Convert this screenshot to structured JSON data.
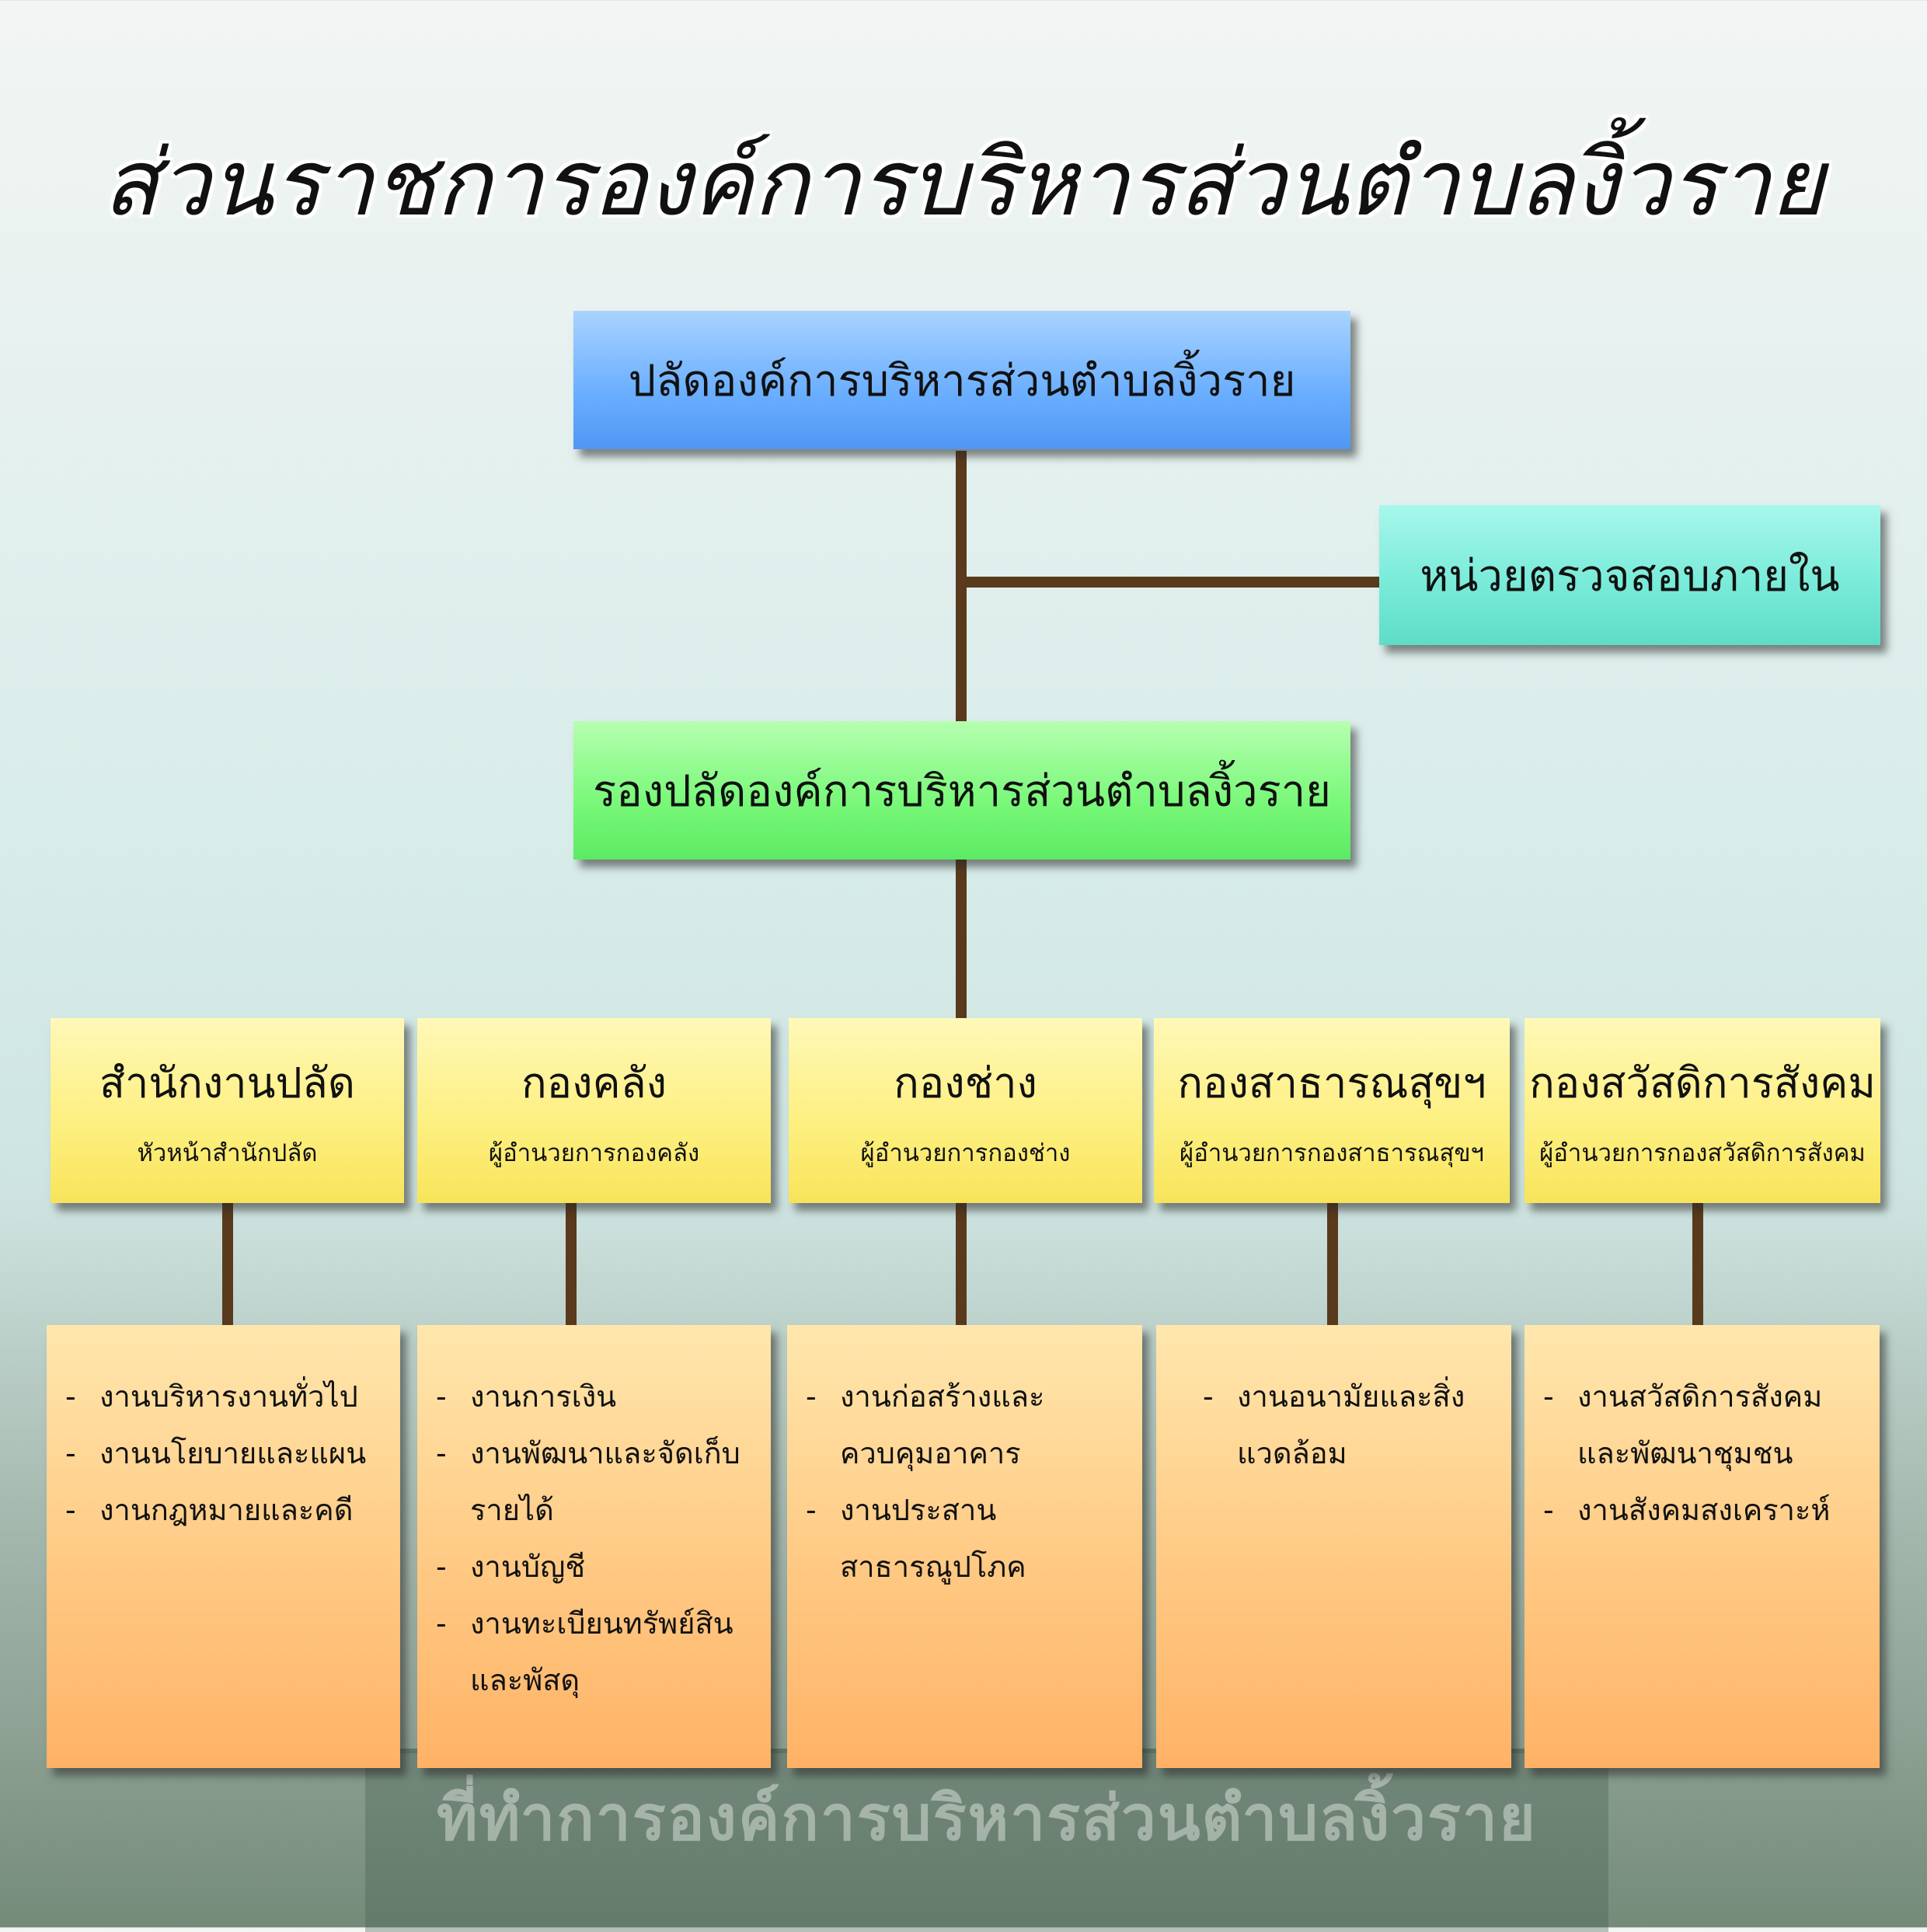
{
  "title": "ส่วนราชการองค์การบริหารส่วนตำบลงิ้วราย",
  "top": {
    "label": "ปลัดองค์การบริหารส่วนตำบลงิ้วราย"
  },
  "audit": {
    "label": "หน่วยตรวจสอบภายใน"
  },
  "deputy": {
    "label": "รองปลัดองค์การบริหารส่วนตำบลงิ้วราย"
  },
  "departments": [
    {
      "name": "สำนักงานปลัด",
      "head": "หัวหน้าสำนักปลัด",
      "tasks": [
        "งานบริหารงานทั่วไป",
        "งานนโยบายและแผน",
        "งานกฎหมายและคดี"
      ]
    },
    {
      "name": "กองคลัง",
      "head": "ผู้อำนวยการกองคลัง",
      "tasks": [
        "งานการเงิน",
        "งานพัฒนาและจัดเก็บรายได้",
        "งานบัญชี",
        "งานทะเบียนทรัพย์สินและพัสดุ"
      ]
    },
    {
      "name": "กองช่าง",
      "head": "ผู้อำนวยการกองช่าง",
      "tasks": [
        "งานก่อสร้างและควบคุมอาคาร",
        "งานประสานสาธารณูปโภค"
      ]
    },
    {
      "name": "กองสาธารณสุขฯ",
      "head": "ผู้อำนวยการกองสาธารณสุขฯ",
      "tasks": [
        "งานอนามัยและสิ่งแวดล้อม"
      ]
    },
    {
      "name": "กองสวัสดิการสังคม",
      "head": "ผู้อำนวยการกองสวัสดิการสังคม",
      "tasks": [
        "งานสวัสดิการสังคมและพัฒนาชุมชน",
        "งานสังคมสงเคราะห์"
      ]
    }
  ],
  "background_sign": {
    "text": "ที่ทำการองค์การบริหารส่วนตำบลงิ้วราย"
  },
  "colors": {
    "top": "#6aaeff",
    "audit": "#76ead7",
    "deputy": "#78f878",
    "dept": "#fdef7e",
    "tasks": "#ffc983",
    "connector": "#5a3a1c"
  }
}
